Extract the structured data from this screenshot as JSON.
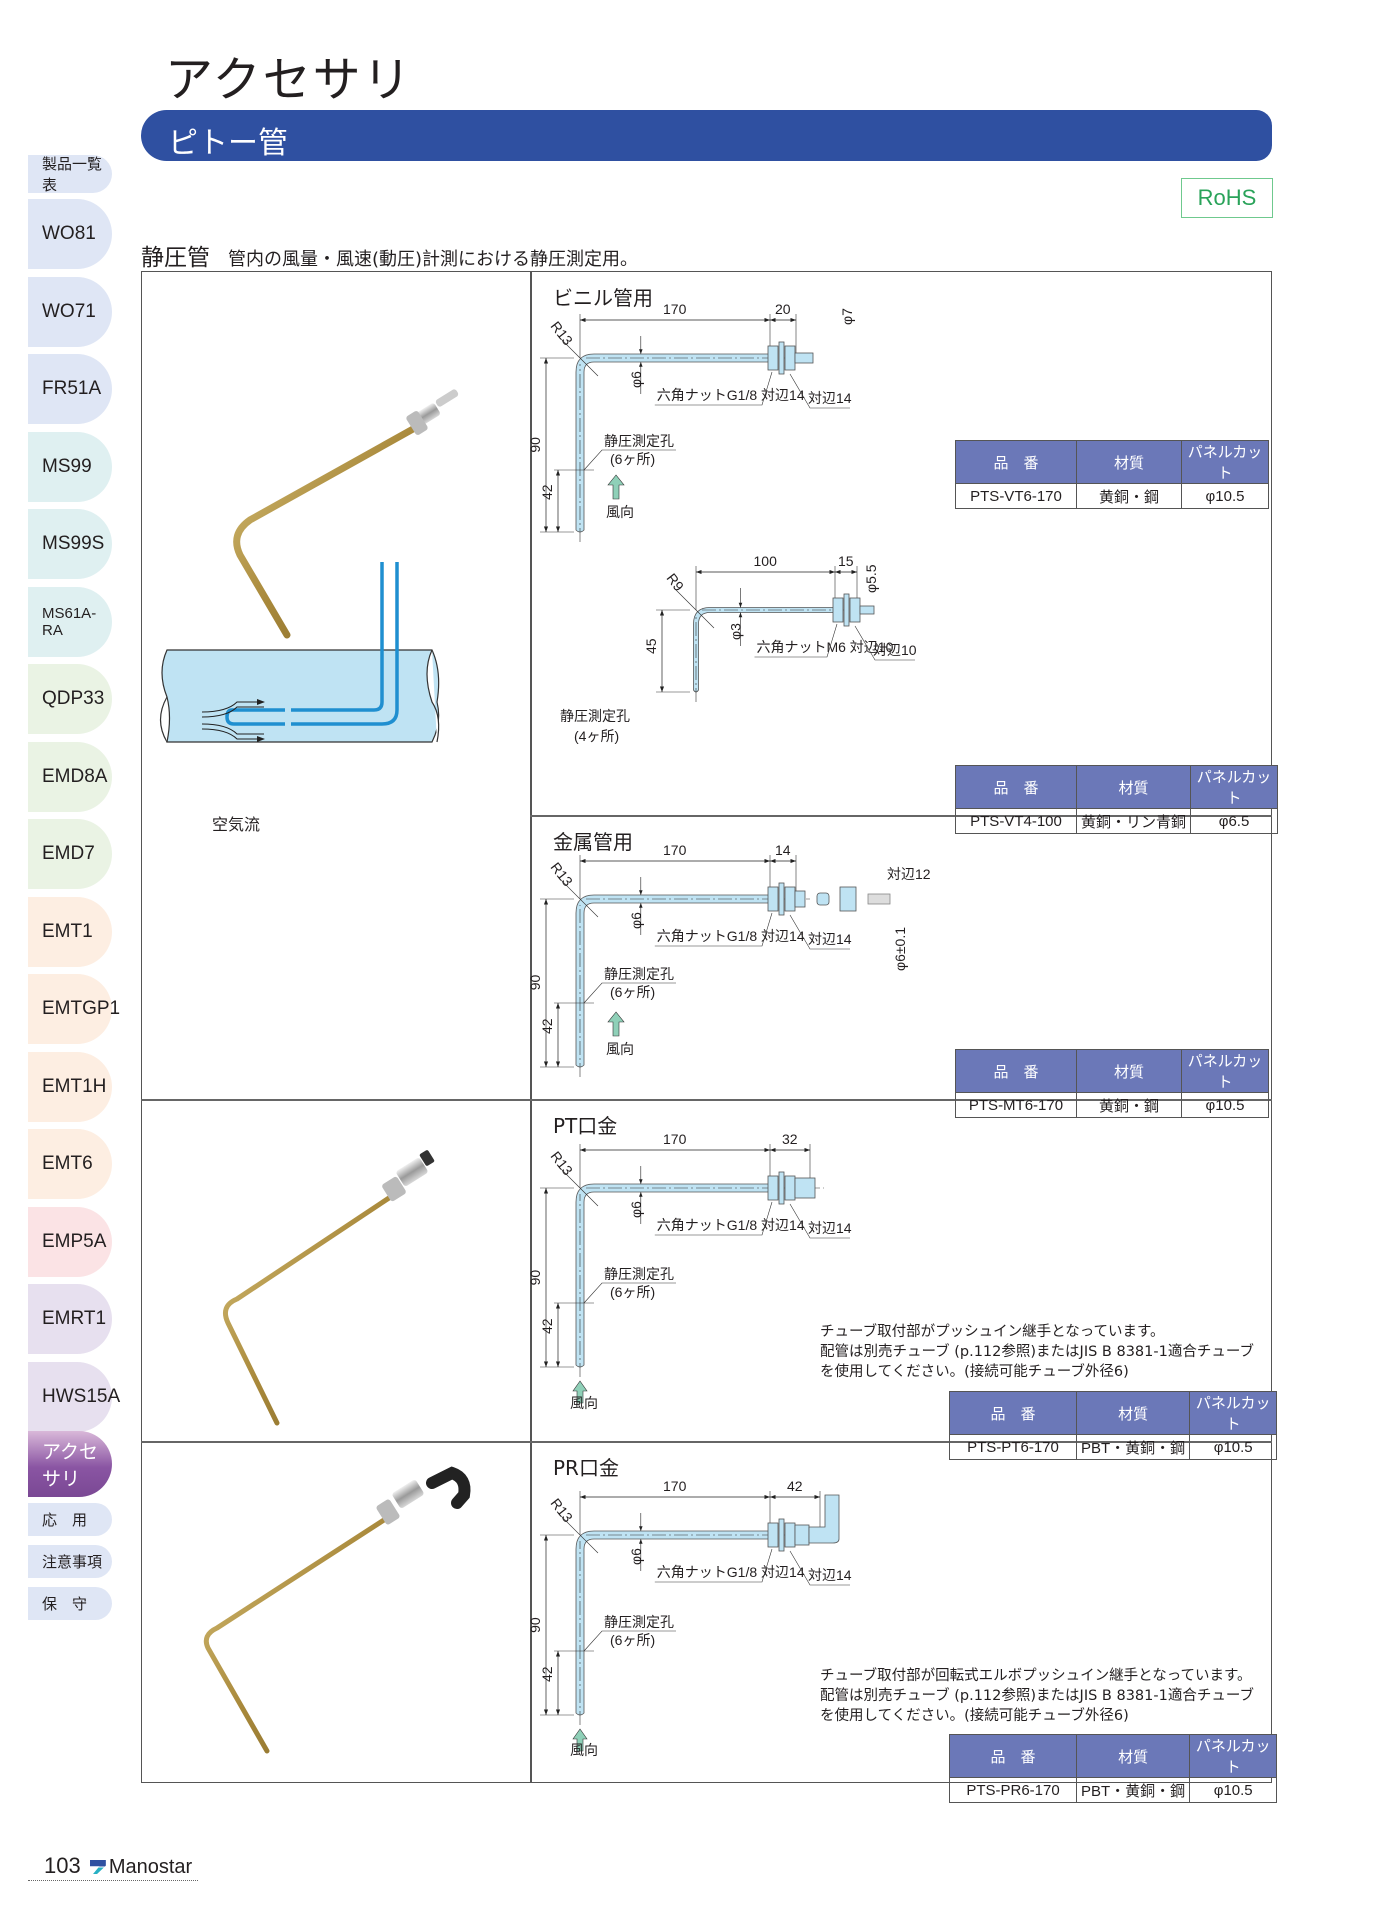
{
  "page": {
    "title": "アクセサリ",
    "section": "ピトー管",
    "rohs_badge": "RoHS",
    "subheading": "静圧管",
    "subheading_desc": "管内の風量・風速(動圧)計測における静圧測定用。"
  },
  "colors": {
    "section_bar": "#2f50a1",
    "table_header": "#6b78b8",
    "rohs": "#2aa35a",
    "tube": "#bfe3f3",
    "active_tab": "#8a55a3"
  },
  "sidebar": {
    "items": [
      {
        "label": "製品一覧表",
        "color": "#dfe6f5"
      },
      {
        "label": "WO81",
        "color": "#dfe6f5"
      },
      {
        "label": "WO71",
        "color": "#dfe6f5"
      },
      {
        "label": "FR51A",
        "color": "#dfe6f5"
      },
      {
        "label": "MS99",
        "color": "#dff0f1"
      },
      {
        "label": "MS99S",
        "color": "#dff0f1"
      },
      {
        "label": "MS61A-RA",
        "color": "#dff0f1"
      },
      {
        "label": "QDP33",
        "color": "#eaf3e4"
      },
      {
        "label": "EMD8A",
        "color": "#eaf3e4"
      },
      {
        "label": "EMD7",
        "color": "#eaf3e4"
      },
      {
        "label": "EMT1",
        "color": "#fdeee2"
      },
      {
        "label": "EMTGP1",
        "color": "#fdeee2"
      },
      {
        "label": "EMT1H",
        "color": "#fdeee2"
      },
      {
        "label": "EMT6",
        "color": "#fdeee2"
      },
      {
        "label": "EMP5A",
        "color": "#fbe3e5"
      },
      {
        "label": "EMRT1",
        "color": "#e7e0ef"
      },
      {
        "label": "HWS15A",
        "color": "#e7e0ef"
      },
      {
        "label": "アクセサリ",
        "color": "#8a55a3",
        "active": true
      },
      {
        "label": "応　用",
        "color": "#dfe6f5"
      },
      {
        "label": "注意事項",
        "color": "#dfe6f5"
      },
      {
        "label": "保　守",
        "color": "#dfe6f5"
      }
    ]
  },
  "table_headers": [
    "品　番",
    "材質",
    "パネルカット"
  ],
  "common_labels": {
    "hex_nut_g18": "六角ナットG1/8 対辺14",
    "across_flats_14": "対辺14",
    "hole": "静圧測定孔",
    "hole_count_6": "(6ヶ所)",
    "wind": "風向",
    "phi6": "φ6",
    "r13": "R13",
    "len170": "170",
    "h90": "90",
    "h42": "42"
  },
  "airflow_label": "空気流",
  "sections": {
    "vinyl": {
      "title": "ビニル管用",
      "dim_fitting": "20",
      "dim_phi": "φ7",
      "row": [
        "PTS-VT6-170",
        "黄銅・鋼",
        "φ10.5"
      ]
    },
    "vinyl_small": {
      "r": "R9",
      "len": "100",
      "dim_fitting": "15",
      "dim_phi": "φ5.5",
      "tube_phi": "φ3",
      "height": "45",
      "nut": "六角ナットM6 対辺10",
      "across_flats": "対辺10",
      "hole_count": "(4ヶ所)",
      "row": [
        "PTS-VT4-100",
        "黄銅・リン青銅",
        "φ6.5"
      ]
    },
    "metal": {
      "title": "金属管用",
      "dim_fitting": "14",
      "across_flats_12": "対辺12",
      "phi_tol": "φ6±0.1",
      "row": [
        "PTS-MT6-170",
        "黄銅・鋼",
        "φ10.5"
      ]
    },
    "pt": {
      "title": "PT口金",
      "dim_fitting": "32",
      "note": [
        "チューブ取付部がプッシュイン継手となっています。",
        "配管は別売チューブ (p.112参照)またはJIS B 8381-1適合チューブ",
        "を使用してください。(接続可能チューブ外径6)"
      ],
      "row": [
        "PTS-PT6-170",
        "PBT・黄銅・鋼",
        "φ10.5"
      ]
    },
    "pr": {
      "title": "PR口金",
      "dim_fitting": "42",
      "note": [
        "チューブ取付部が回転式エルボプッシュイン継手となっています。",
        "配管は別売チューブ (p.112参照)またはJIS B 8381-1適合チューブ",
        "を使用してください。(接続可能チューブ外径6)"
      ],
      "row": [
        "PTS-PR6-170",
        "PBT・黄銅・鋼",
        "φ10.5"
      ]
    }
  },
  "footer": {
    "page_number": "103",
    "brand": "Manostar"
  }
}
